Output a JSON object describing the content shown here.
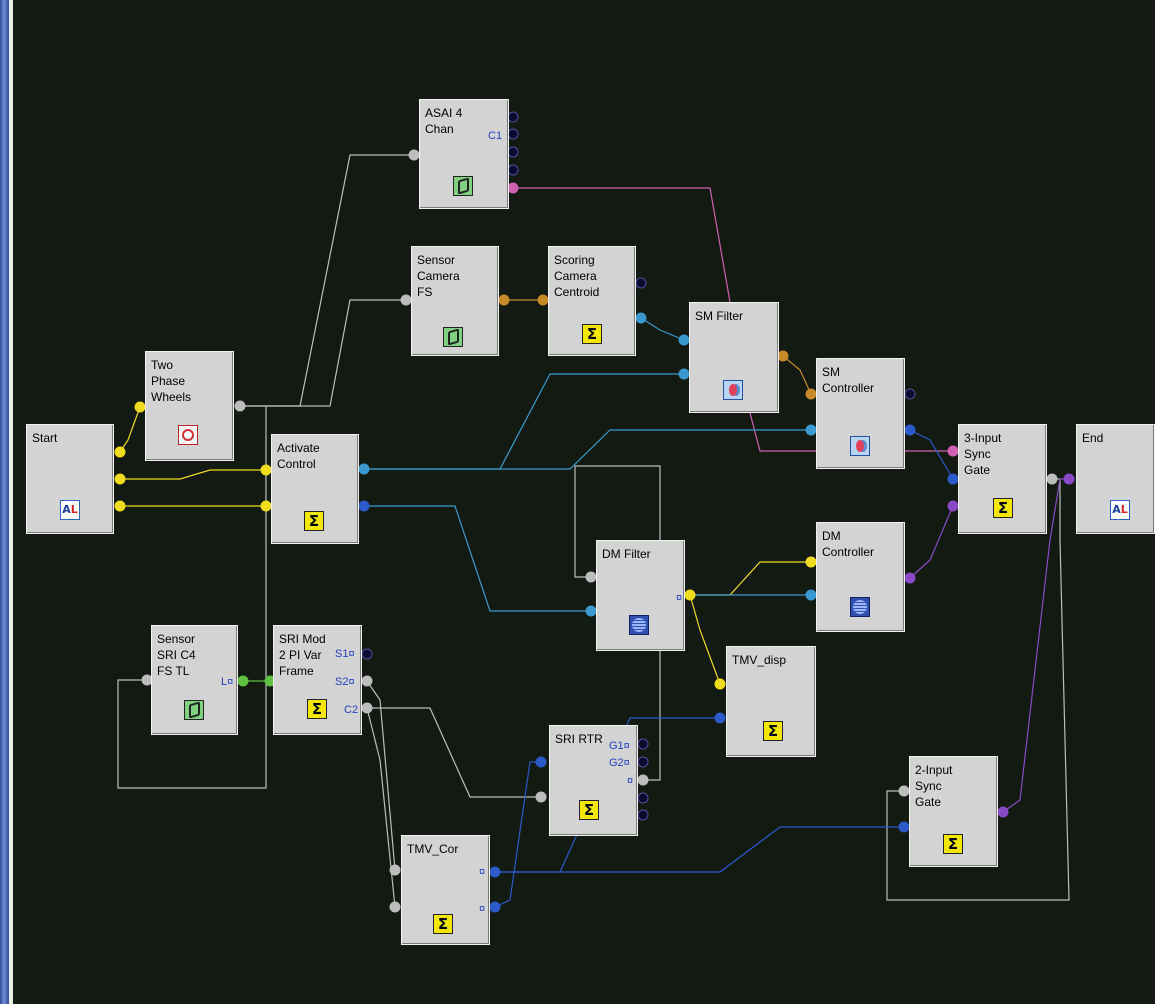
{
  "diagram": {
    "background": "#121a12",
    "blocks": [
      {
        "id": "start",
        "label": "Start",
        "icon": "al-icon"
      },
      {
        "id": "two-phase-wheels",
        "label": "Two\nPhase\nWheels",
        "icon": "wheel-icon"
      },
      {
        "id": "asai-4-chan",
        "label": "ASAI 4\nChan",
        "icon": "camera-icon"
      },
      {
        "id": "sensor-camera-fs",
        "label": "Sensor\nCamera\nFS",
        "icon": "camera-icon"
      },
      {
        "id": "scoring-camera-centroid",
        "label": "Scoring\nCamera\nCentroid",
        "icon": "sigma-icon"
      },
      {
        "id": "sm-filter",
        "label": "SM Filter",
        "icon": "mirror-icon"
      },
      {
        "id": "sm-controller",
        "label": "SM\nController",
        "icon": "mirror-icon"
      },
      {
        "id": "activate-control",
        "label": "Activate\nControl",
        "icon": "sigma-icon"
      },
      {
        "id": "three-input-sync-gate",
        "label": "3-Input\nSync\nGate",
        "icon": "sigma-icon"
      },
      {
        "id": "end",
        "label": "End",
        "icon": "al-icon"
      },
      {
        "id": "dm-filter",
        "label": "DM Filter",
        "icon": "grid-icon"
      },
      {
        "id": "dm-controller",
        "label": "DM\nController",
        "icon": "grid-icon"
      },
      {
        "id": "sensor-sri-c4",
        "label": "Sensor\nSRI C4\nFS TL",
        "icon": "camera-icon"
      },
      {
        "id": "sri-mod",
        "label": "SRI Mod\n2 PI Var\nFrame",
        "icon": "sigma-icon"
      },
      {
        "id": "tmv-disp",
        "label": "TMV_disp",
        "icon": "sigma-icon"
      },
      {
        "id": "sri-rtr",
        "label": "SRI RTR",
        "icon": "sigma-icon"
      },
      {
        "id": "two-input-sync-gate",
        "label": "2-Input\nSync\nGate",
        "icon": "sigma-icon"
      },
      {
        "id": "tmv-cor",
        "label": "TMV_Cor",
        "icon": "sigma-icon"
      }
    ],
    "port_labels": {
      "asai_c1": "C1",
      "sensor_sri_l": "L¤",
      "sri_mod_s1": "S1¤",
      "sri_mod_s2": "S2¤",
      "sri_mod_c2": "C2",
      "sri_rtr_g1": "G1¤",
      "sri_rtr_g2": "G2¤",
      "sri_rtr_x": "¤",
      "dm_filter_x": "¤",
      "tmv_cor_x1": "¤",
      "tmv_cor_x2": "¤"
    },
    "icon_text": {
      "al": "A",
      "al2": "L",
      "sigma": "Σ"
    },
    "colors": {
      "yellow": "#f0dc1e",
      "gray": "#bdbdbd",
      "orange": "#c88a28",
      "pink": "#d060b0",
      "lightblue": "#3a9ad0",
      "blue": "#2c5ac8",
      "green": "#60c040",
      "purple": "#8a4ac8",
      "navy": "#1a1a60"
    }
  }
}
